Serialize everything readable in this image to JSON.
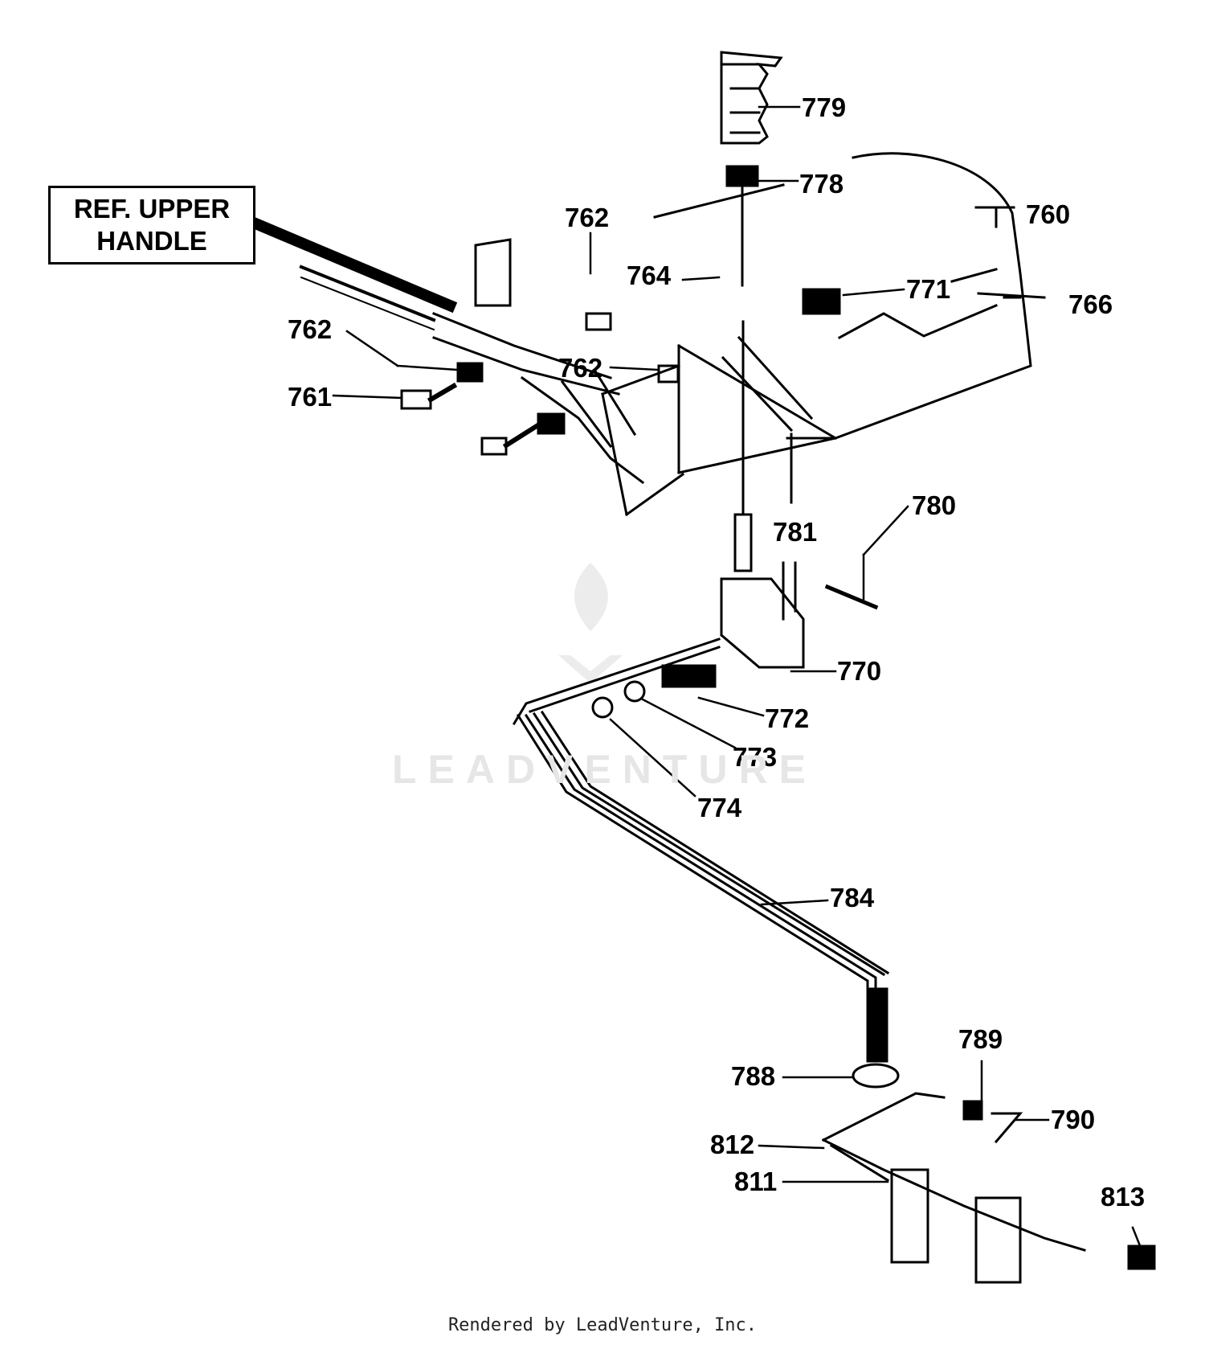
{
  "ref_box": {
    "line1": "REF. UPPER",
    "line2": "HANDLE"
  },
  "callouts": {
    "c779": "779",
    "c778": "778",
    "c760": "760",
    "c762a": "762",
    "c764": "764",
    "c771": "771",
    "c766": "766",
    "c762b": "762",
    "c761": "761",
    "c762c": "762",
    "c780": "780",
    "c781": "781",
    "c770": "770",
    "c772": "772",
    "c773": "773",
    "c774": "774",
    "c784": "784",
    "c789": "789",
    "c788": "788",
    "c790": "790",
    "c812": "812",
    "c811": "811",
    "c813": "813"
  },
  "watermark": "LEADVENTURE",
  "footer": "Rendered by LeadVenture, Inc."
}
